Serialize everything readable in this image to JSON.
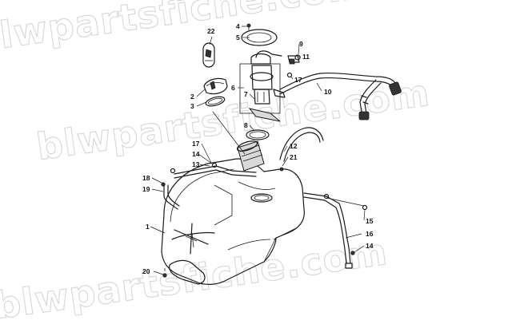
{
  "watermark": "blwpartsfiche.com",
  "callouts": [
    {
      "id": "c1",
      "label": "1"
    },
    {
      "id": "c2",
      "label": "2"
    },
    {
      "id": "c3",
      "label": "3"
    },
    {
      "id": "c4",
      "label": "4"
    },
    {
      "id": "c5",
      "label": "5"
    },
    {
      "id": "c6",
      "label": "6"
    },
    {
      "id": "c7",
      "label": "7"
    },
    {
      "id": "c8",
      "label": "8"
    },
    {
      "id": "c9",
      "label": "9"
    },
    {
      "id": "c10",
      "label": "10"
    },
    {
      "id": "c11",
      "label": "11"
    },
    {
      "id": "c12",
      "label": "12"
    },
    {
      "id": "c13",
      "label": "13"
    },
    {
      "id": "c14a",
      "label": "14"
    },
    {
      "id": "c14b",
      "label": "14"
    },
    {
      "id": "c15",
      "label": "15"
    },
    {
      "id": "c16",
      "label": "16"
    },
    {
      "id": "c17a",
      "label": "17"
    },
    {
      "id": "c17b",
      "label": "17"
    },
    {
      "id": "c18",
      "label": "18"
    },
    {
      "id": "c19",
      "label": "19"
    },
    {
      "id": "c20",
      "label": "20"
    },
    {
      "id": "c21",
      "label": "21"
    },
    {
      "id": "c22",
      "label": "22"
    }
  ]
}
